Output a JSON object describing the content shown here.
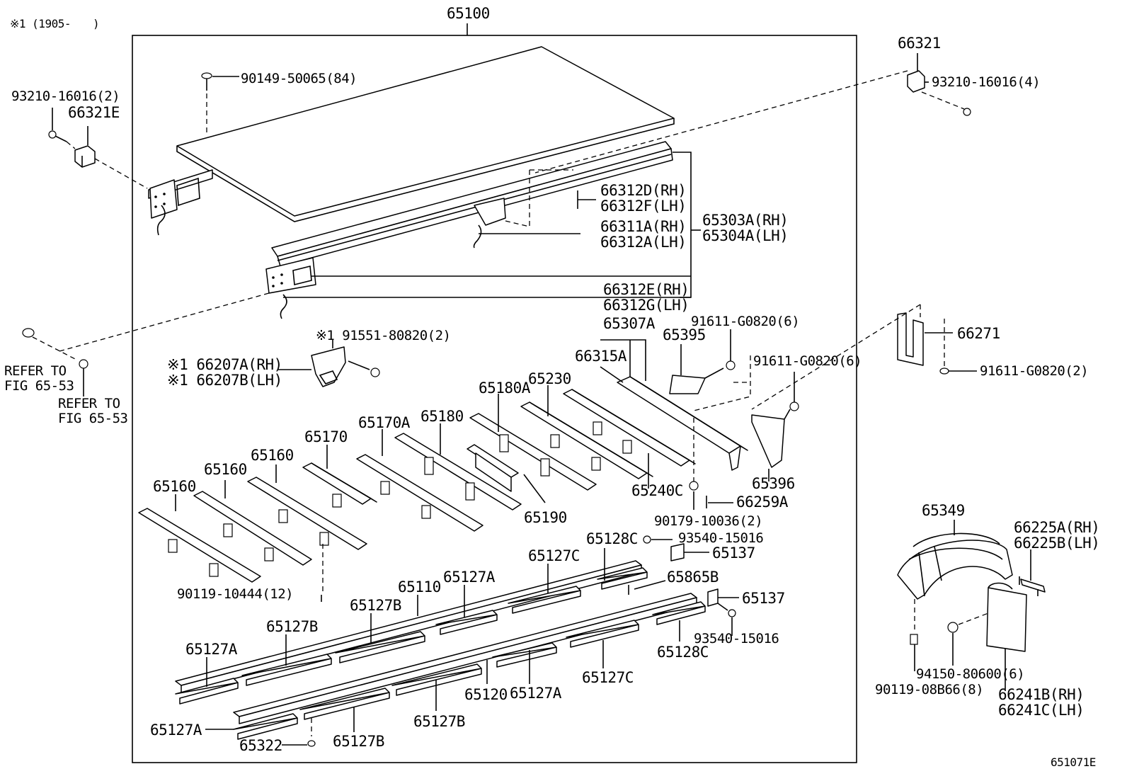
{
  "figure_id": "651071E",
  "note": "※1 (1905-　　)",
  "labels": {
    "l65100": "65100",
    "l90149": "90149-50065(84)",
    "l93210_left": "93210-16016(2)",
    "l66321E": "66321E",
    "l66321": "66321",
    "l93210_right": "93210-16016(4)",
    "l66312D": "66312D(RH)\n66312F(LH)",
    "l66311A": "66311A(RH)\n66312A(LH)",
    "l65303A": "65303A(RH)\n65304A(LH)",
    "l66312E": "66312E(RH)\n66312G(LH)",
    "l65307A": "65307A",
    "l91611_a": "91611-G0820(6)",
    "l91611_b": "91611-G0820(6)",
    "l91611_c": "91611-G0820(2)",
    "l65395": "65395",
    "l66271": "66271",
    "l66315A": "66315A",
    "l91551": "※1 91551-80820(2)",
    "l66207": "※1 66207A(RH)\n※1 66207B(LH)",
    "refer1": "REFER TO\nFIG 65-53",
    "refer2": "REFER TO\nFIG 65-53",
    "l65180A": "65180A",
    "l65230": "65230",
    "l65170A": "65170A",
    "l65180": "65180",
    "l65170": "65170",
    "l65160_a": "65160",
    "l65160_b": "65160",
    "l65160_c": "65160",
    "l65240C": "65240C",
    "l65396": "65396",
    "l66259A": "66259A",
    "l90179": "90179-10036(2)",
    "l65190": "65190",
    "l93540_top": "93540-15016",
    "l65137_top": "65137",
    "l65128C_top": "65128C",
    "l65127C_top": "65127C",
    "l65127A_top": "65127A",
    "l65110": "65110",
    "l90119_10444": "90119-10444(12)",
    "l65865B": "65865B",
    "l65137_bot": "65137",
    "l65127B_a": "65127B",
    "l65127B_b": "65127B",
    "l93540_bot": "93540-15016",
    "l65127A_left": "65127A",
    "l65128C_bot": "65128C",
    "l65127C_bot": "65127C",
    "l65120": "65120",
    "l65127A_mid": "65127A",
    "l65127B_c": "65127B",
    "l65127A_low": "65127A",
    "l65322": "65322",
    "l65127B_d": "65127B",
    "l65349": "65349",
    "l66225": "66225A(RH)\n66225B(LH)",
    "l94150": "94150-80600(6)",
    "l90119_08B66": "90119-08B66(8)",
    "l66241": "66241B(RH)\n66241C(LH)"
  }
}
